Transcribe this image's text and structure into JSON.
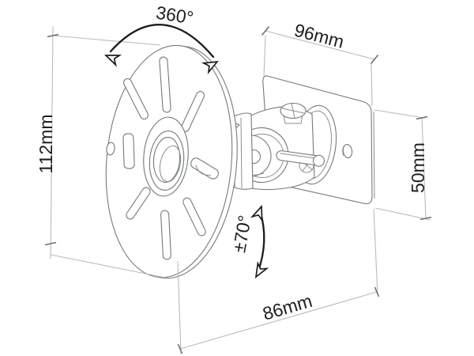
{
  "diagram": {
    "description": "Technical line drawing of a tilt-and-swivel speaker wall mount: round speaker plate with slots, ball-joint arm with locking lever, and rectangular wall plate, annotated with dimensions.",
    "labels": {
      "rotation_range": "360°",
      "wall_plate_width": "96mm",
      "disc_height": "112mm",
      "wall_plate_height": "50mm",
      "tilt_range": "±70°",
      "depth": "86mm"
    },
    "colors": {
      "background": "#ffffff",
      "outline": "#75797c",
      "dimension_line": "#b7bbbd",
      "annotation": "#1c1c1c",
      "text": "#1f1f1f"
    }
  }
}
